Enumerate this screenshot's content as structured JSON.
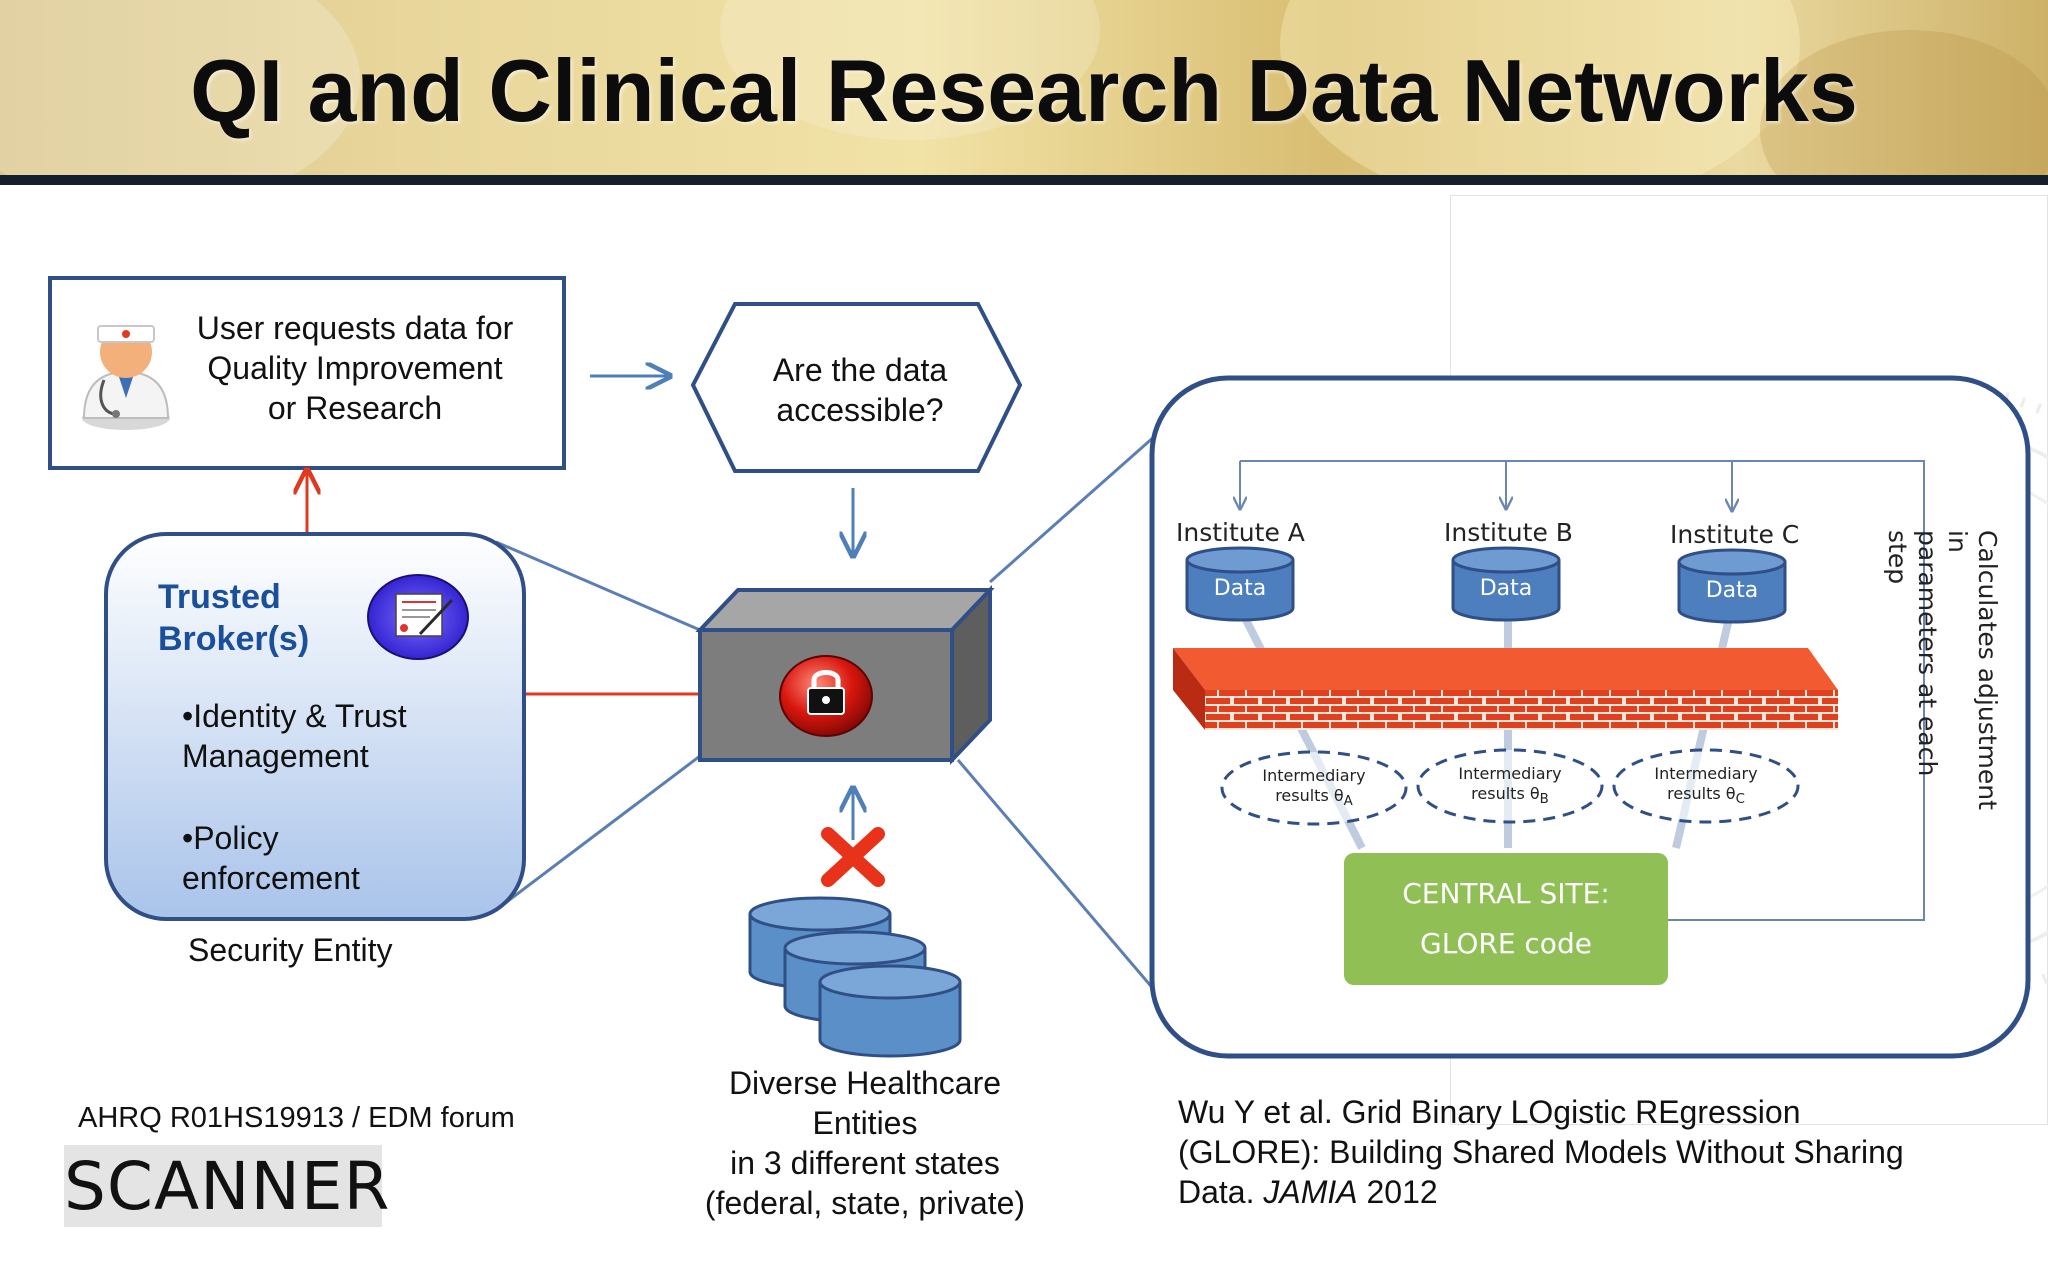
{
  "title": "QI and Clinical Research Data Networks",
  "user_box": {
    "line1": "User requests data  for",
    "line2": "Quality Improvement",
    "line3": "or Research"
  },
  "question": {
    "line1": "Are the data",
    "line2": "accessible?"
  },
  "broker": {
    "title_line1": "Trusted",
    "title_line2": "Broker(s)",
    "item1_line1": "•Identity & Trust",
    "item1_line2": "Management",
    "item2_line1": "•Policy",
    "item2_line2": "enforcement",
    "caption": "Security Entity"
  },
  "entities": {
    "line1": "Diverse Healthcare",
    "line2": "Entities",
    "line3": "in 3 different states",
    "line4": "(federal, state, private)"
  },
  "glore": {
    "institutes": [
      {
        "name": "Institute A",
        "data_label": "Data",
        "result_line1": "Intermediary",
        "result_line2": "results θ",
        "subscript": "A"
      },
      {
        "name": "Institute B",
        "data_label": "Data",
        "result_line1": "Intermediary",
        "result_line2": "results θ",
        "subscript": "B"
      },
      {
        "name": "Institute C",
        "data_label": "Data",
        "result_line1": "Intermediary",
        "result_line2": "results θ",
        "subscript": "C"
      }
    ],
    "central_line1": "CENTRAL SITE:",
    "central_line2": "GLORE code",
    "side_line1": "Calculates adjustment in",
    "side_line2": "parameters at each step"
  },
  "footer": {
    "grant": "AHRQ R01HS19913 / EDM forum",
    "logo": "SCANNER",
    "citation_line1": "Wu Y et al. Grid Binary LOgistic REgression",
    "citation_line2": "(GLORE): Building Shared Models Without Sharing",
    "citation_line3_plain": "Data. ",
    "citation_line3_italic": "JAMIA",
    "citation_line3_year": " 2012"
  },
  "colors": {
    "box_border": "#2f4f86",
    "broker_fill": "#c9daf2",
    "cylinder_fill": "#5b8fc8",
    "arrow_blue": "#4f7fb9",
    "arrow_red": "#e03a1e",
    "brick_red": "#e0401e",
    "central_green": "#8fbf55",
    "cube_gray": "#7d7d7d"
  },
  "icons": [
    "doctor-icon",
    "certificate-icon",
    "lock-icon",
    "red-x-icon",
    "database-stack-icon",
    "brick-firewall"
  ]
}
